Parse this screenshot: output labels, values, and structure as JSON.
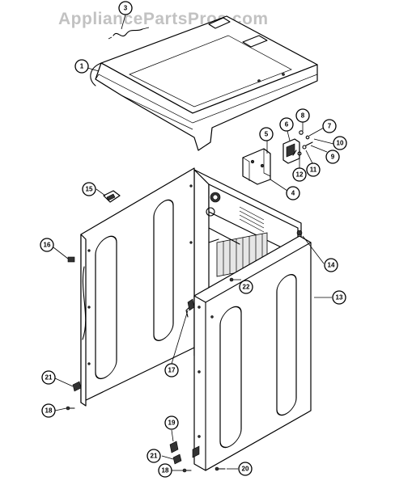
{
  "watermark": "AppliancePartsPros.com",
  "callouts": [
    {
      "id": "callout-1",
      "label": "1"
    },
    {
      "id": "callout-3",
      "label": "3"
    },
    {
      "id": "callout-4",
      "label": "4"
    },
    {
      "id": "callout-5",
      "label": "5"
    },
    {
      "id": "callout-6",
      "label": "6"
    },
    {
      "id": "callout-7",
      "label": "7"
    },
    {
      "id": "callout-8",
      "label": "8"
    },
    {
      "id": "callout-9",
      "label": "9"
    },
    {
      "id": "callout-10",
      "label": "10"
    },
    {
      "id": "callout-11",
      "label": "11"
    },
    {
      "id": "callout-12",
      "label": "12"
    },
    {
      "id": "callout-13",
      "label": "13"
    },
    {
      "id": "callout-14",
      "label": "14"
    },
    {
      "id": "callout-15",
      "label": "15"
    },
    {
      "id": "callout-16",
      "label": "16"
    },
    {
      "id": "callout-17",
      "label": "17"
    },
    {
      "id": "callout-18a",
      "label": "18"
    },
    {
      "id": "callout-18b",
      "label": "18"
    },
    {
      "id": "callout-19",
      "label": "19"
    },
    {
      "id": "callout-20",
      "label": "20"
    },
    {
      "id": "callout-21a",
      "label": "21"
    },
    {
      "id": "callout-21b",
      "label": "21"
    },
    {
      "id": "callout-22",
      "label": "22"
    }
  ]
}
